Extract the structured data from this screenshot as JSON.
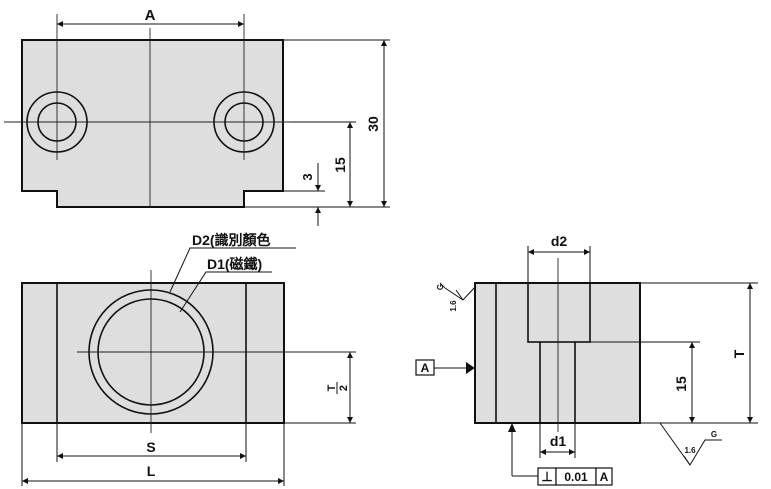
{
  "top_view": {
    "label_a": "A",
    "dim_30": "30",
    "dim_15": "15",
    "dim_3": "3"
  },
  "front_view": {
    "d2_label": "D2(識別顏色",
    "d1_label": "D1(磁鐵)",
    "s_label": "S",
    "l_label": "L",
    "t_half_num": "T",
    "t_half_den": "2"
  },
  "side_view": {
    "d2_label": "d2",
    "d1_label": "d1",
    "dim_15": "15",
    "t_label": "T",
    "datum_label": "A",
    "roughness_value_top": "1.6",
    "roughness_grade_top": "G",
    "roughness_value_bottom": "1.6",
    "roughness_grade_bottom": "G",
    "tolerance_symbol": "⊥",
    "tolerance_value": "0.01",
    "tolerance_datum": "A"
  }
}
